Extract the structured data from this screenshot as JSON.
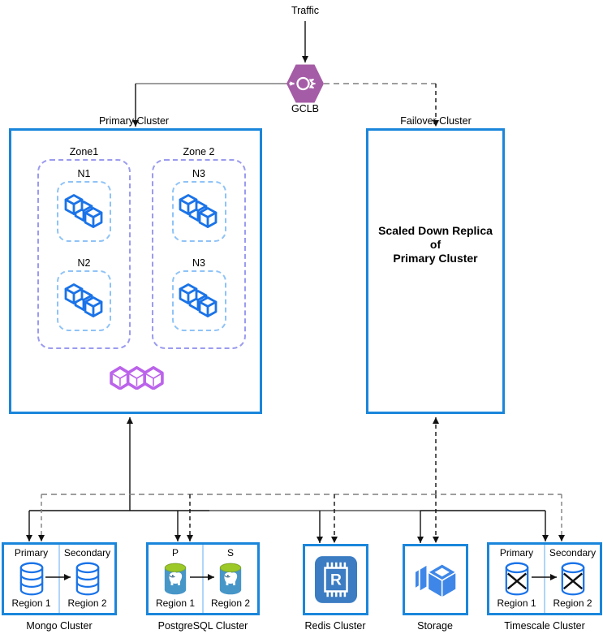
{
  "colors": {
    "box_border": "#1A86DB",
    "node_blue": "#1A73E8",
    "zone_dash": "#9B9BEF",
    "node_dash": "#8FC3F7",
    "workload_purple": "#BB63EB",
    "gclb_purple": "#A55CA6",
    "divider_blue": "#AFD6F8",
    "pg_body": "#4796C8",
    "pg_top": "#9DC928",
    "pg_dark": "#2F5B7C",
    "redis_bg": "#3B7CC2",
    "storage_blue": "#3E87E9",
    "line_gray": "#7F7F7F"
  },
  "top": {
    "traffic_label": "Traffic",
    "gclb_label": "GCLB"
  },
  "primary": {
    "label": "Primary Cluster",
    "zones": [
      {
        "label": "Zone1",
        "nodes": [
          "N1",
          "N2"
        ]
      },
      {
        "label": "Zone 2",
        "nodes": [
          "N3",
          "N3"
        ]
      }
    ]
  },
  "failover": {
    "label": "Failover Cluster",
    "line1": "Scaled Down Replica",
    "line2": "of",
    "line3": "Primary Cluster"
  },
  "clusters": {
    "mongo": {
      "label": "Mongo Cluster",
      "left_role": "Primary",
      "right_role": "Secondary",
      "left_region": "Region 1",
      "right_region": "Region 2"
    },
    "postgres": {
      "label": "PostgreSQL Cluster",
      "left_role": "P",
      "right_role": "S",
      "left_region": "Region 1",
      "right_region": "Region 2"
    },
    "redis": {
      "label": "Redis Cluster",
      "icon_letter": "R"
    },
    "storage": {
      "label": "Storage"
    },
    "timescale": {
      "label": "Timescale Cluster",
      "left_role": "Primary",
      "right_role": "Secondary",
      "left_region": "Region 1",
      "right_region": "Region 2"
    }
  }
}
